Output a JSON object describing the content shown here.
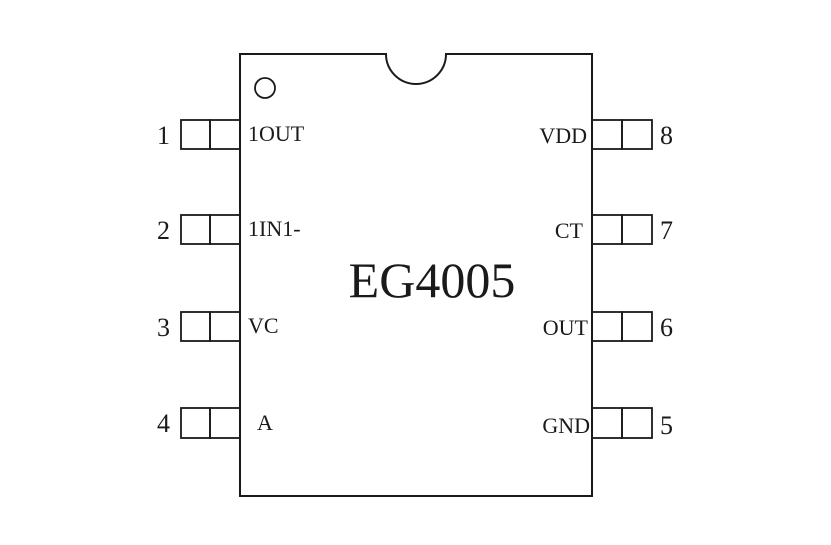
{
  "chip": {
    "name": "EG4005",
    "body_color": "#ffffff",
    "line_color": "#1a1a1a"
  },
  "left_pins": [
    {
      "number": "1",
      "label": "1OUT"
    },
    {
      "number": "2",
      "label": "1IN1-"
    },
    {
      "number": "3",
      "label": "VC"
    },
    {
      "number": "4",
      "label": "A"
    }
  ],
  "right_pins": [
    {
      "number": "8",
      "label": "VDD"
    },
    {
      "number": "7",
      "label": "CT"
    },
    {
      "number": "6",
      "label": "OUT"
    },
    {
      "number": "5",
      "label": "GND"
    }
  ]
}
